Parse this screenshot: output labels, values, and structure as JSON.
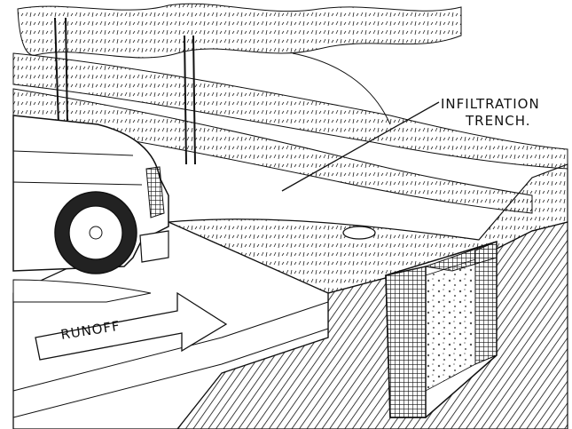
{
  "labels": {
    "trench_line1": "INFILTRATION",
    "trench_line2": "TRENCH.",
    "runoff": "RUNOFF"
  },
  "colors": {
    "ink": "#111111",
    "paper": "#ffffff"
  }
}
